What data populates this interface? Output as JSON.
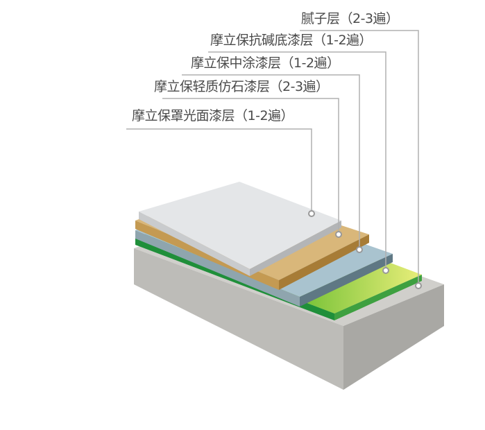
{
  "layers": [
    {
      "label": "腻子层（2-3遍）"
    },
    {
      "label": "摩立保抗碱底漆层（1-2遍）"
    },
    {
      "label": "摩立保中涂漆层（1-2遍）"
    },
    {
      "label": "摩立保轻质仿石漆层（2-3遍）"
    },
    {
      "label": "摩立保罩光面漆层（1-2遍）"
    }
  ],
  "colors": {
    "concrete": "#c9c9c6",
    "green": "#7fc63a",
    "blue": "#a9c3cf",
    "tan": "#d8b575",
    "white": "#e6e8ea",
    "line": "#b0b0b0"
  }
}
